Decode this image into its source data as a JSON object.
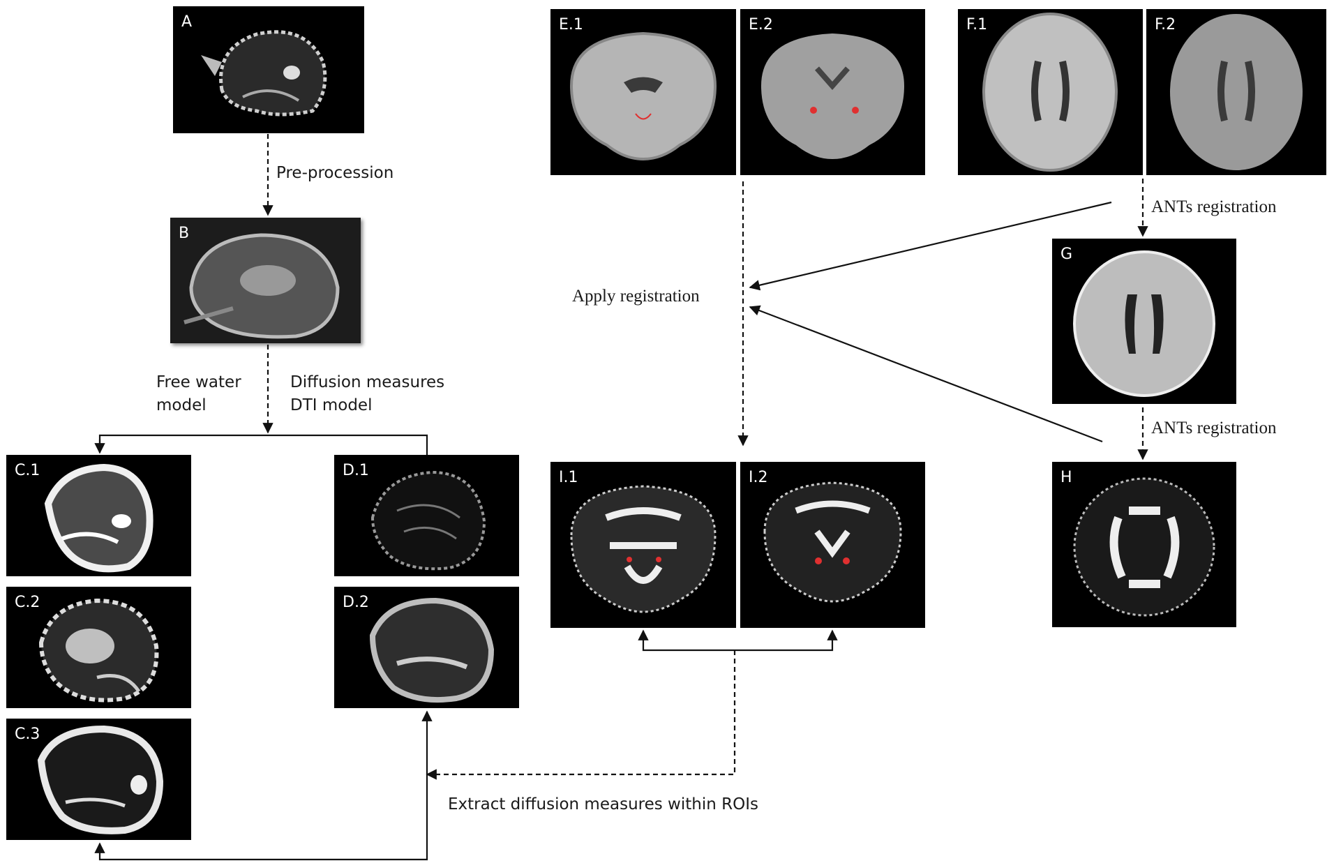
{
  "panels": {
    "a": "A",
    "b": "B",
    "c1": "C.1",
    "c2": "C.2",
    "c3": "C.3",
    "d1": "D.1",
    "d2": "D.2",
    "e1": "E.1",
    "e2": "E.2",
    "f1": "F.1",
    "f2": "F.2",
    "g": "G",
    "h": "H",
    "i1": "I.1",
    "i2": "I.2"
  },
  "labels": {
    "preprocession": "Pre-procession",
    "free_water_1": "Free water",
    "free_water_2": "model",
    "diffusion_1": "Diffusion measures",
    "diffusion_2": "DTI model",
    "apply_registration": "Apply registration",
    "ants_registration_1": "ANTs  registration",
    "ants_registration_2": "ANTs  registration",
    "extract": "Extract diffusion measures within ROIs"
  },
  "colors": {
    "panel_bg": "#000000",
    "arrow": "#111111",
    "roi": "#e03030"
  }
}
